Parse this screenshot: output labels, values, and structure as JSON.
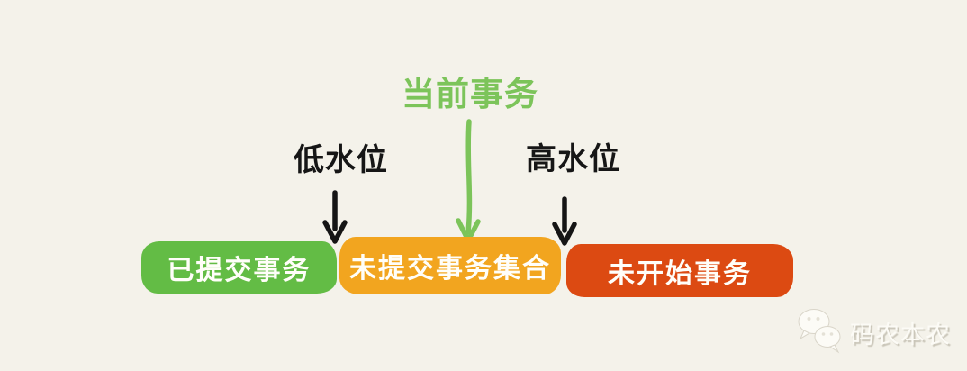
{
  "diagram": {
    "title": "当前事务",
    "low_watermark_label": "低水位",
    "high_watermark_label": "高水位",
    "bars": [
      {
        "name": "committed",
        "label": "已提交事务",
        "color": "#63BC45"
      },
      {
        "name": "uncommitted-set",
        "label": "未提交事务集合",
        "color": "#F2A51F"
      },
      {
        "name": "not-started",
        "label": "未开始事务",
        "color": "#DC4A12"
      }
    ],
    "colors": {
      "background": "#F4F2EA",
      "accent_green": "#7CC45A",
      "ink": "#161616",
      "bar_text": "#FFFEF9"
    }
  },
  "watermark": {
    "icon": "wechat-icon",
    "text": "码农本农"
  }
}
